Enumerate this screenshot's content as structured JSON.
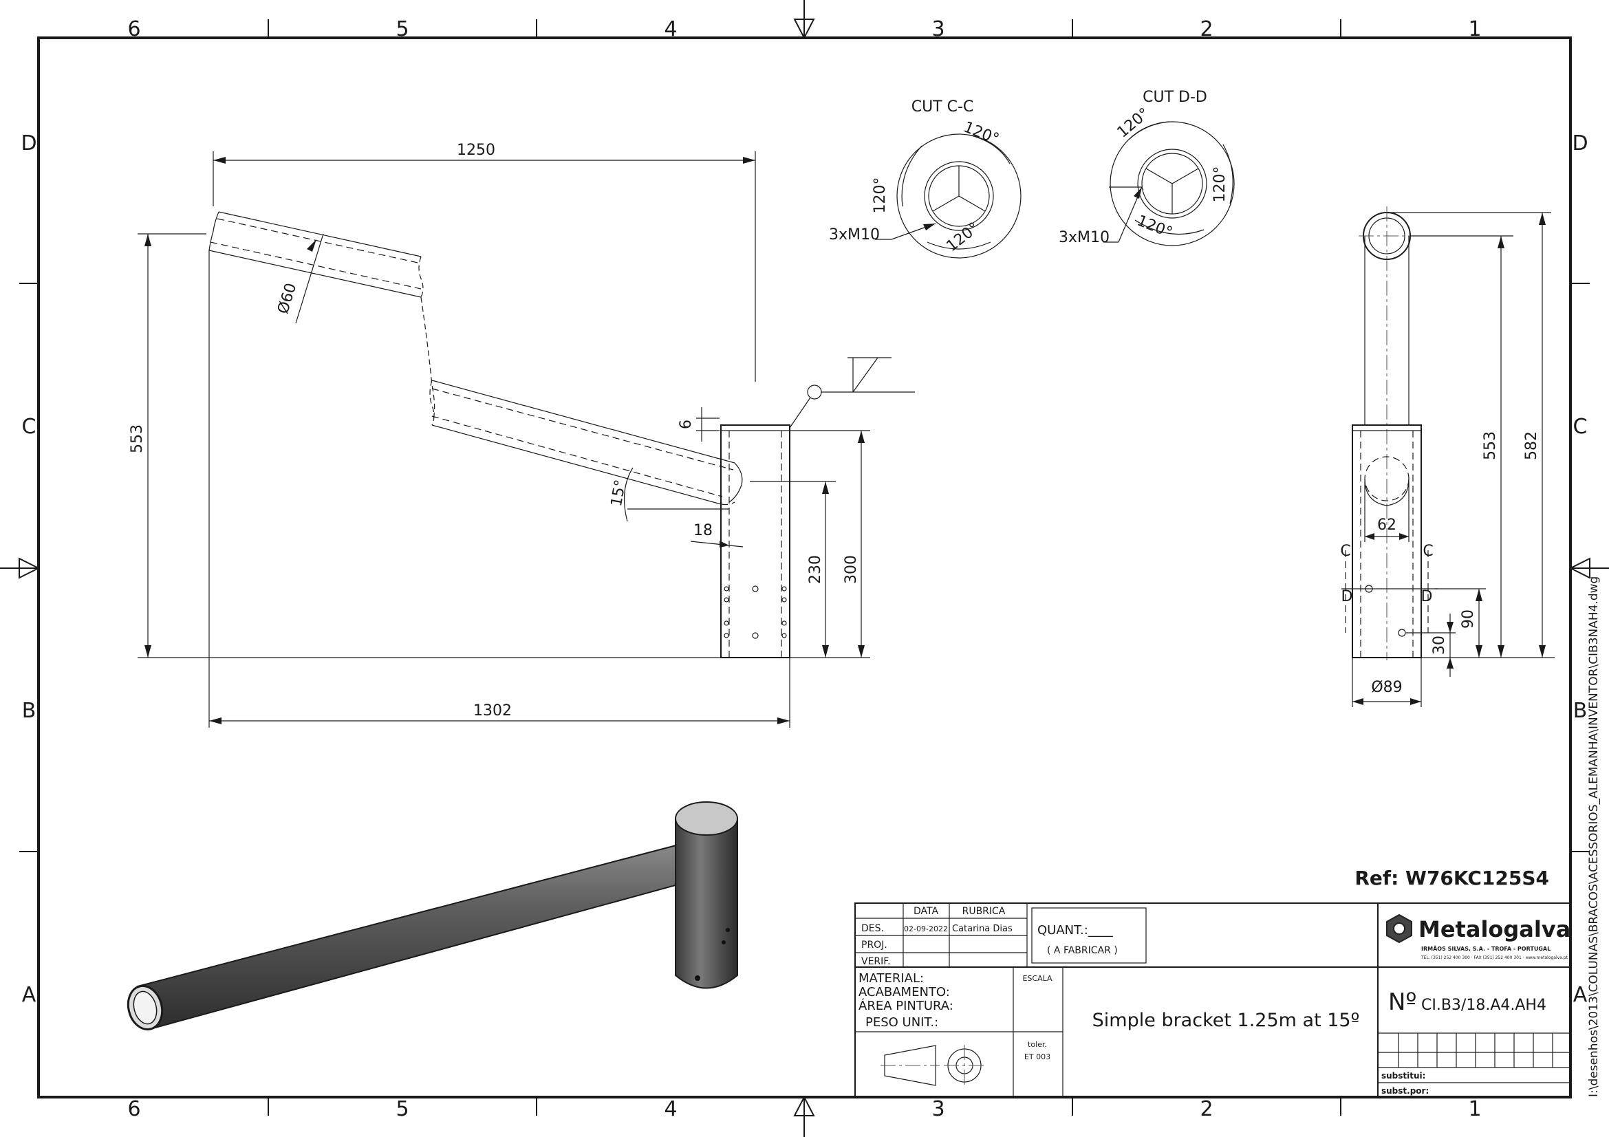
{
  "border": {
    "columns": [
      "6",
      "5",
      "4",
      "3",
      "2",
      "1"
    ],
    "rows": [
      "D",
      "C",
      "B",
      "A"
    ]
  },
  "views": {
    "cut_c": {
      "title": "CUT C-C",
      "angle_a": "120°",
      "angle_b": "120°",
      "angle_c": "120°",
      "holes": "3xM10"
    },
    "cut_d": {
      "title": "CUT D-D",
      "angle_a": "120°",
      "angle_b": "120°",
      "angle_c": "120°",
      "holes": "3xM10"
    },
    "front": {
      "dim_length": "1250",
      "dim_total_length": "1302",
      "dim_height": "553",
      "dim_tube_diameter": "Ø60",
      "dim_wall": "6",
      "dim_angle": "15°",
      "dim_offset": "18",
      "dim_sleeve_230": "230",
      "dim_sleeve_300": "300"
    },
    "side": {
      "dim_553": "553",
      "dim_582": "582",
      "dim_62": "62",
      "dim_90": "90",
      "dim_30": "30",
      "dim_diameter": "Ø89",
      "section_c": "C",
      "section_d": "D"
    }
  },
  "reference": "Ref: W76KC125S4",
  "title_block": {
    "col_data": "DATA",
    "col_rubrica": "RUBRICA",
    "row_des": "DES.",
    "row_proj": "PROJ.",
    "row_verif": "VERIF.",
    "des_date": "02-09-2022",
    "des_name": "Catarina Dias",
    "quant_label": "QUANT.:____",
    "quant_note": "( A FABRICAR )",
    "company_name": "Metalogalva",
    "company_sub": "IRMÃOS SILVAS, S.A. - TROFA - PORTUGAL",
    "company_contact": "TEL. (351) 252 400 300 · FAX (351) 252 400 301 · www.metalogalva.pt",
    "material": "MATERIAL:",
    "acabamento": "ACABAMENTO:",
    "area_pintura": "ÁREA PINTURA:",
    "peso": "PESO UNIT.:",
    "escala": "ESCALA",
    "toler": "toler.",
    "toler_code": "ET 003",
    "description": "Simple bracket 1.25m at 15º",
    "number_prefix": "Nº",
    "number": "CI.B3/18.A4.AH4",
    "substitui": "substitui:",
    "subst_por": "subst.por:"
  },
  "file_path": "I:\\desenhos\\2013\\COLUNAS\\BRACOS\\ACESSORIOS_ALEMANHA\\INVENTOR\\CIB3NAH4.dwg"
}
